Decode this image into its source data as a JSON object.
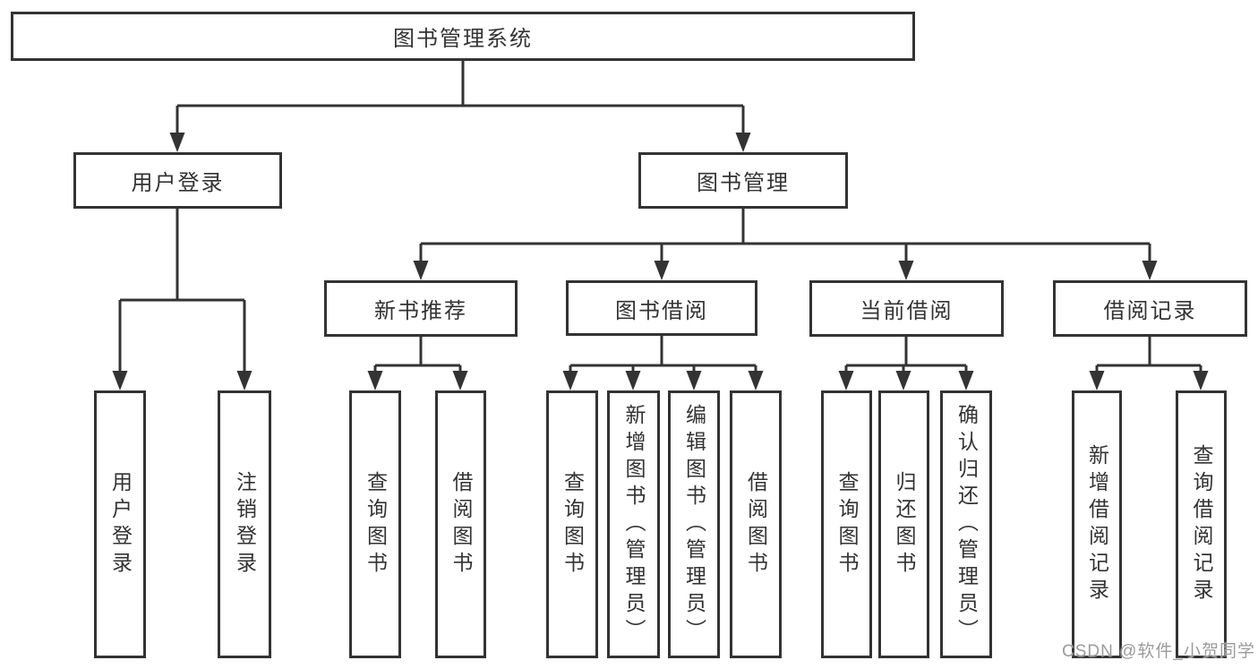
{
  "diagram_title": "图书管理系统",
  "nodes": {
    "root": "图书管理系统",
    "user_login": "用户登录",
    "book_mgmt": "图书管理",
    "new_book": "新书推荐",
    "borrow": "图书借阅",
    "current": "当前借阅",
    "record": "借阅记录",
    "leaf_user_login": "用户登录",
    "leaf_logout": "注销登录",
    "leaf_query_book_1": "查询图书",
    "leaf_borrow_book_1": "借阅图书",
    "leaf_query_book_2": "查询图书",
    "leaf_add_book": "新增图书（管理员）",
    "leaf_edit_book": "编辑图书（管理员）",
    "leaf_borrow_book_2": "借阅图书",
    "leaf_query_book_3": "查询图书",
    "leaf_return_book": "归还图书",
    "leaf_confirm_return": "确认归还（管理员）",
    "leaf_add_record": "新增借阅记录",
    "leaf_query_record": "查询借阅记录"
  },
  "watermark": "CSDN @软件_小贺同学",
  "colors": {
    "line": "#333333",
    "box_border": "#333333",
    "text": "#333333",
    "watermark": "#9b9b9b",
    "background": "#ffffff"
  }
}
